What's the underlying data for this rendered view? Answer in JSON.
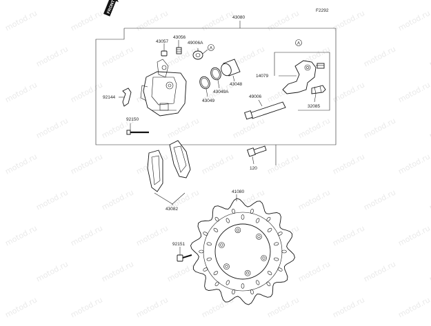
{
  "diagram": {
    "code": "F2292",
    "front_label": "FRONT",
    "watermark": "motod.ru",
    "callouts": {
      "caliper_assy": "43080",
      "p43057": "43057",
      "p43056": "43056",
      "p49006A": "49006A",
      "ref_a1": "A",
      "ref_a2": "A",
      "p92144": "92144",
      "p43049A": "43049A",
      "p43048": "43048",
      "p43049": "43049",
      "p92150": "92150",
      "p14079": "14079",
      "p49006": "49006",
      "p32085": "32085",
      "p120": "120",
      "p43082": "43082",
      "p41080": "41080",
      "p92151": "92151"
    }
  }
}
